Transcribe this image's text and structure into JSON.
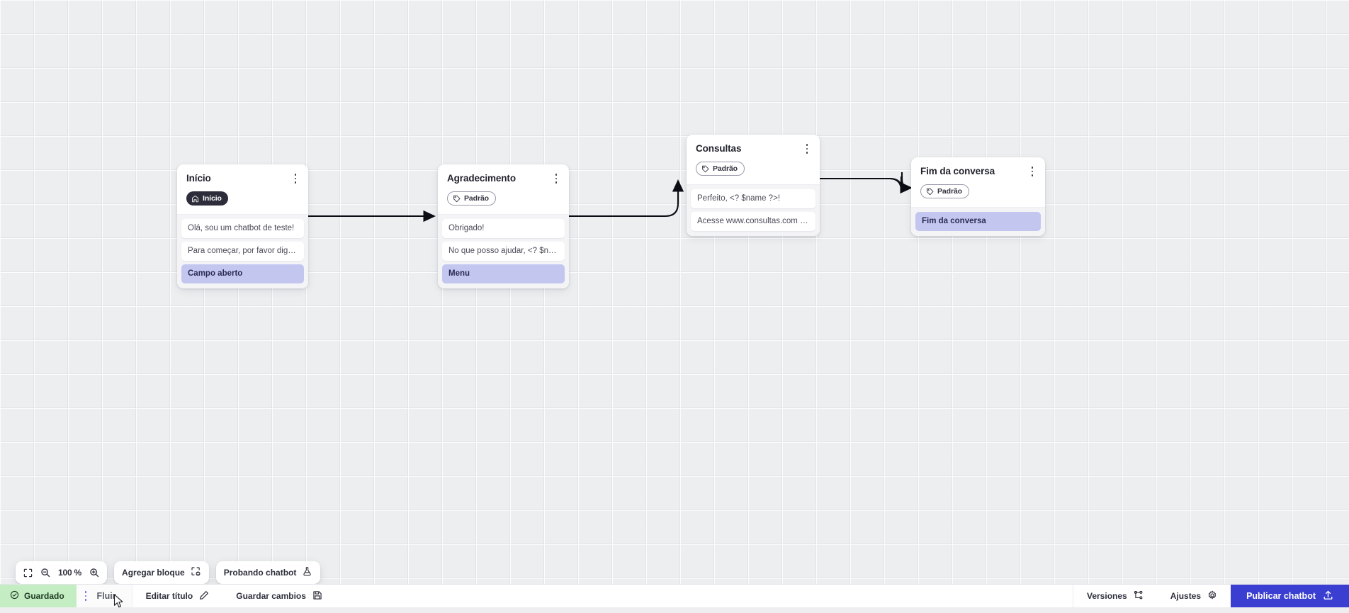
{
  "app": {
    "canvas_background": "#eceef0",
    "accent_color": "#3b3fd1",
    "highlight_color": "#c3c7f0",
    "saved_chip_color": "#c4edc4"
  },
  "nodes": [
    {
      "id": "inicio",
      "title": "Início",
      "badge": {
        "label": "Início",
        "icon": "home-icon",
        "style": "dark"
      },
      "messages": [
        {
          "text": "Olá, sou um chatbot de teste!",
          "highlight": false
        },
        {
          "text": "Para começar, por favor digite o ...",
          "highlight": false
        },
        {
          "text": "Campo aberto",
          "highlight": true
        }
      ]
    },
    {
      "id": "agradecimento",
      "title": "Agradecimento",
      "badge": {
        "label": "Padrão",
        "icon": "tag-icon",
        "style": "outline"
      },
      "messages": [
        {
          "text": "Obrigado!",
          "highlight": false
        },
        {
          "text": "No que posso ajudar, <? $name ...",
          "highlight": false
        },
        {
          "text": "Menu",
          "highlight": true
        }
      ]
    },
    {
      "id": "consultas",
      "title": "Consultas",
      "badge": {
        "label": "Padrão",
        "icon": "tag-icon",
        "style": "outline"
      },
      "messages": [
        {
          "text": "Perfeito, <? $name ?>!",
          "highlight": false
        },
        {
          "text": "Acesse www.consultas.com par...",
          "highlight": false
        }
      ]
    },
    {
      "id": "fim",
      "title": "Fim da conversa",
      "badge": {
        "label": "Padrão",
        "icon": "tag-icon",
        "style": "outline"
      },
      "messages": [
        {
          "text": "Fim da conversa",
          "highlight": true
        }
      ]
    }
  ],
  "toolbar": {
    "fit_icon": "fit-screen-icon",
    "zoom_out_icon": "zoom-out-icon",
    "zoom_level": "100 %",
    "zoom_in_icon": "zoom-in-icon",
    "add_block_label": "Agregar bloque",
    "add_block_icon": "add-block-icon",
    "test_chatbot_label": "Probando chatbot",
    "test_chatbot_icon": "flask-icon"
  },
  "statusbar": {
    "saved_label": "Guardado",
    "saved_icon": "check-circle-icon",
    "tab_handle_icon": "drag-dots-icon",
    "tab_label": "Fluir",
    "edit_title_label": "Editar título",
    "edit_title_icon": "pencil-icon",
    "save_changes_label": "Guardar cambios",
    "save_changes_icon": "save-disk-icon",
    "versions_label": "Versiones",
    "versions_icon": "branch-icon",
    "settings_label": "Ajustes",
    "settings_icon": "gear-icon",
    "publish_label": "Publicar chatbot",
    "publish_icon": "upload-icon"
  }
}
